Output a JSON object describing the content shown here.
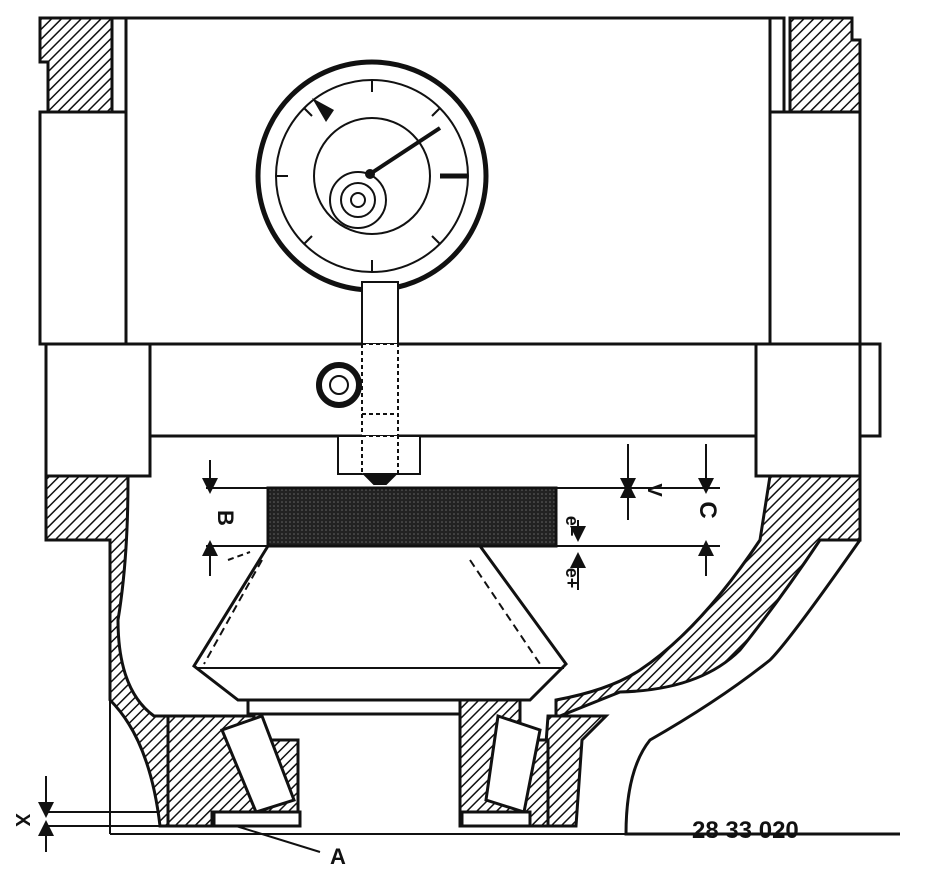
{
  "labels": {
    "X": "X",
    "A": "A",
    "B": "B",
    "C": "C",
    "V": "V",
    "e_minus": "e−",
    "e_plus": "e+",
    "figure_number": "28 33 020"
  }
}
